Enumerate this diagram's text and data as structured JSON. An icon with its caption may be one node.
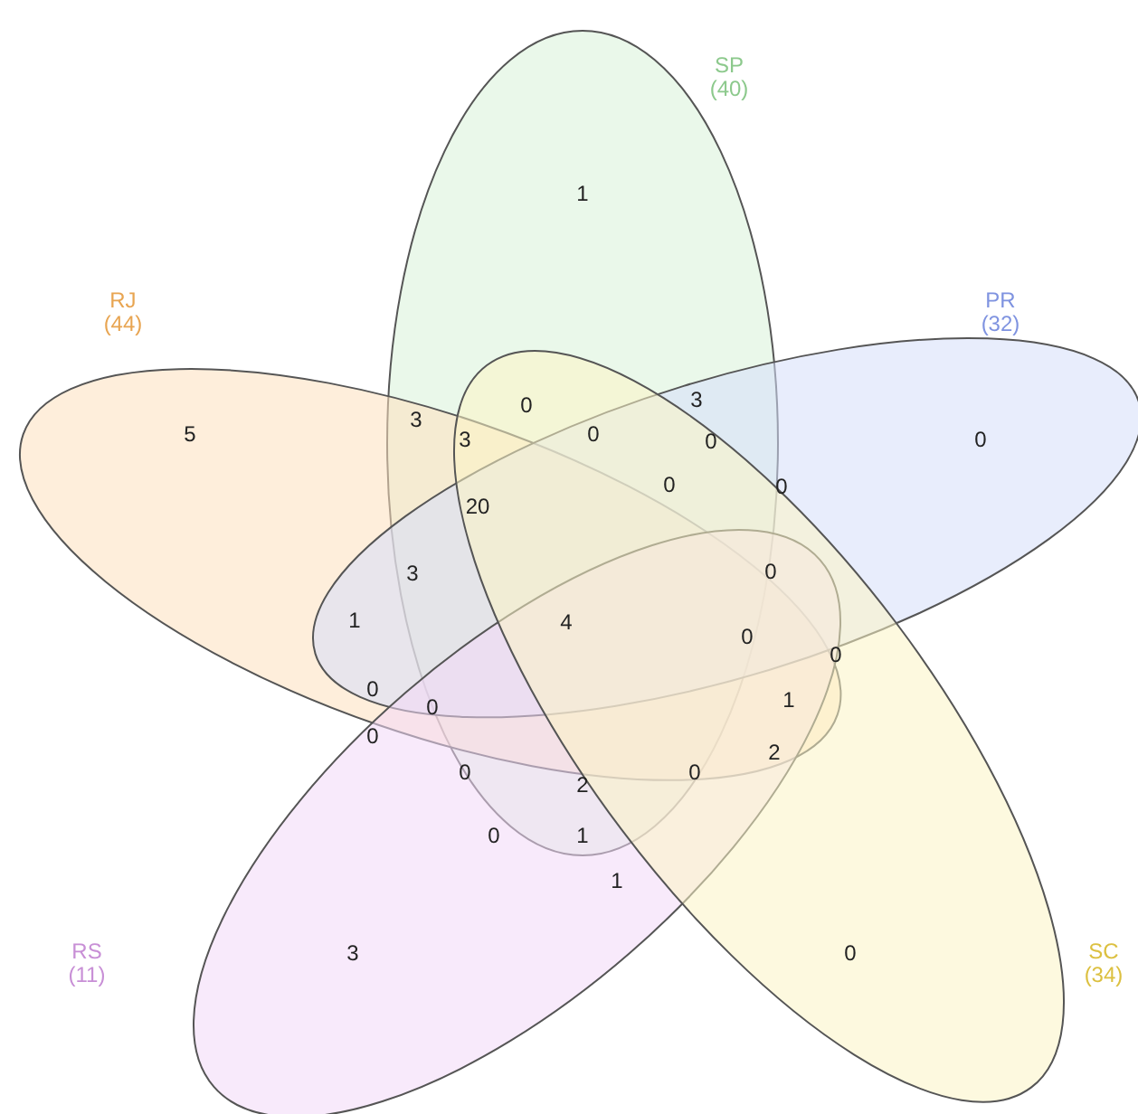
{
  "diagram": {
    "nodes": [
      {
        "text": [
          "SP (40)"
        ]
      },
      {
        "text": [
          "RJ (44)"
        ]
      },
      {
        "text": [
          "PR (32)"
        ]
      },
      {
        "text": [
          "RS (11)"
        ]
      },
      {
        "text": [
          "SC (34)"
        ]
      }
    ],
    "labels": [
      "1",
      "5",
      "0",
      "3",
      "0",
      "3",
      "0",
      "3",
      "3",
      "0",
      "0",
      "0",
      "20",
      "0",
      "3",
      "0",
      "1",
      "4",
      "0",
      "0",
      "0",
      "0",
      "1",
      "0",
      "0",
      "2",
      "0",
      "2",
      "0",
      "1",
      "1"
    ]
  }
}
